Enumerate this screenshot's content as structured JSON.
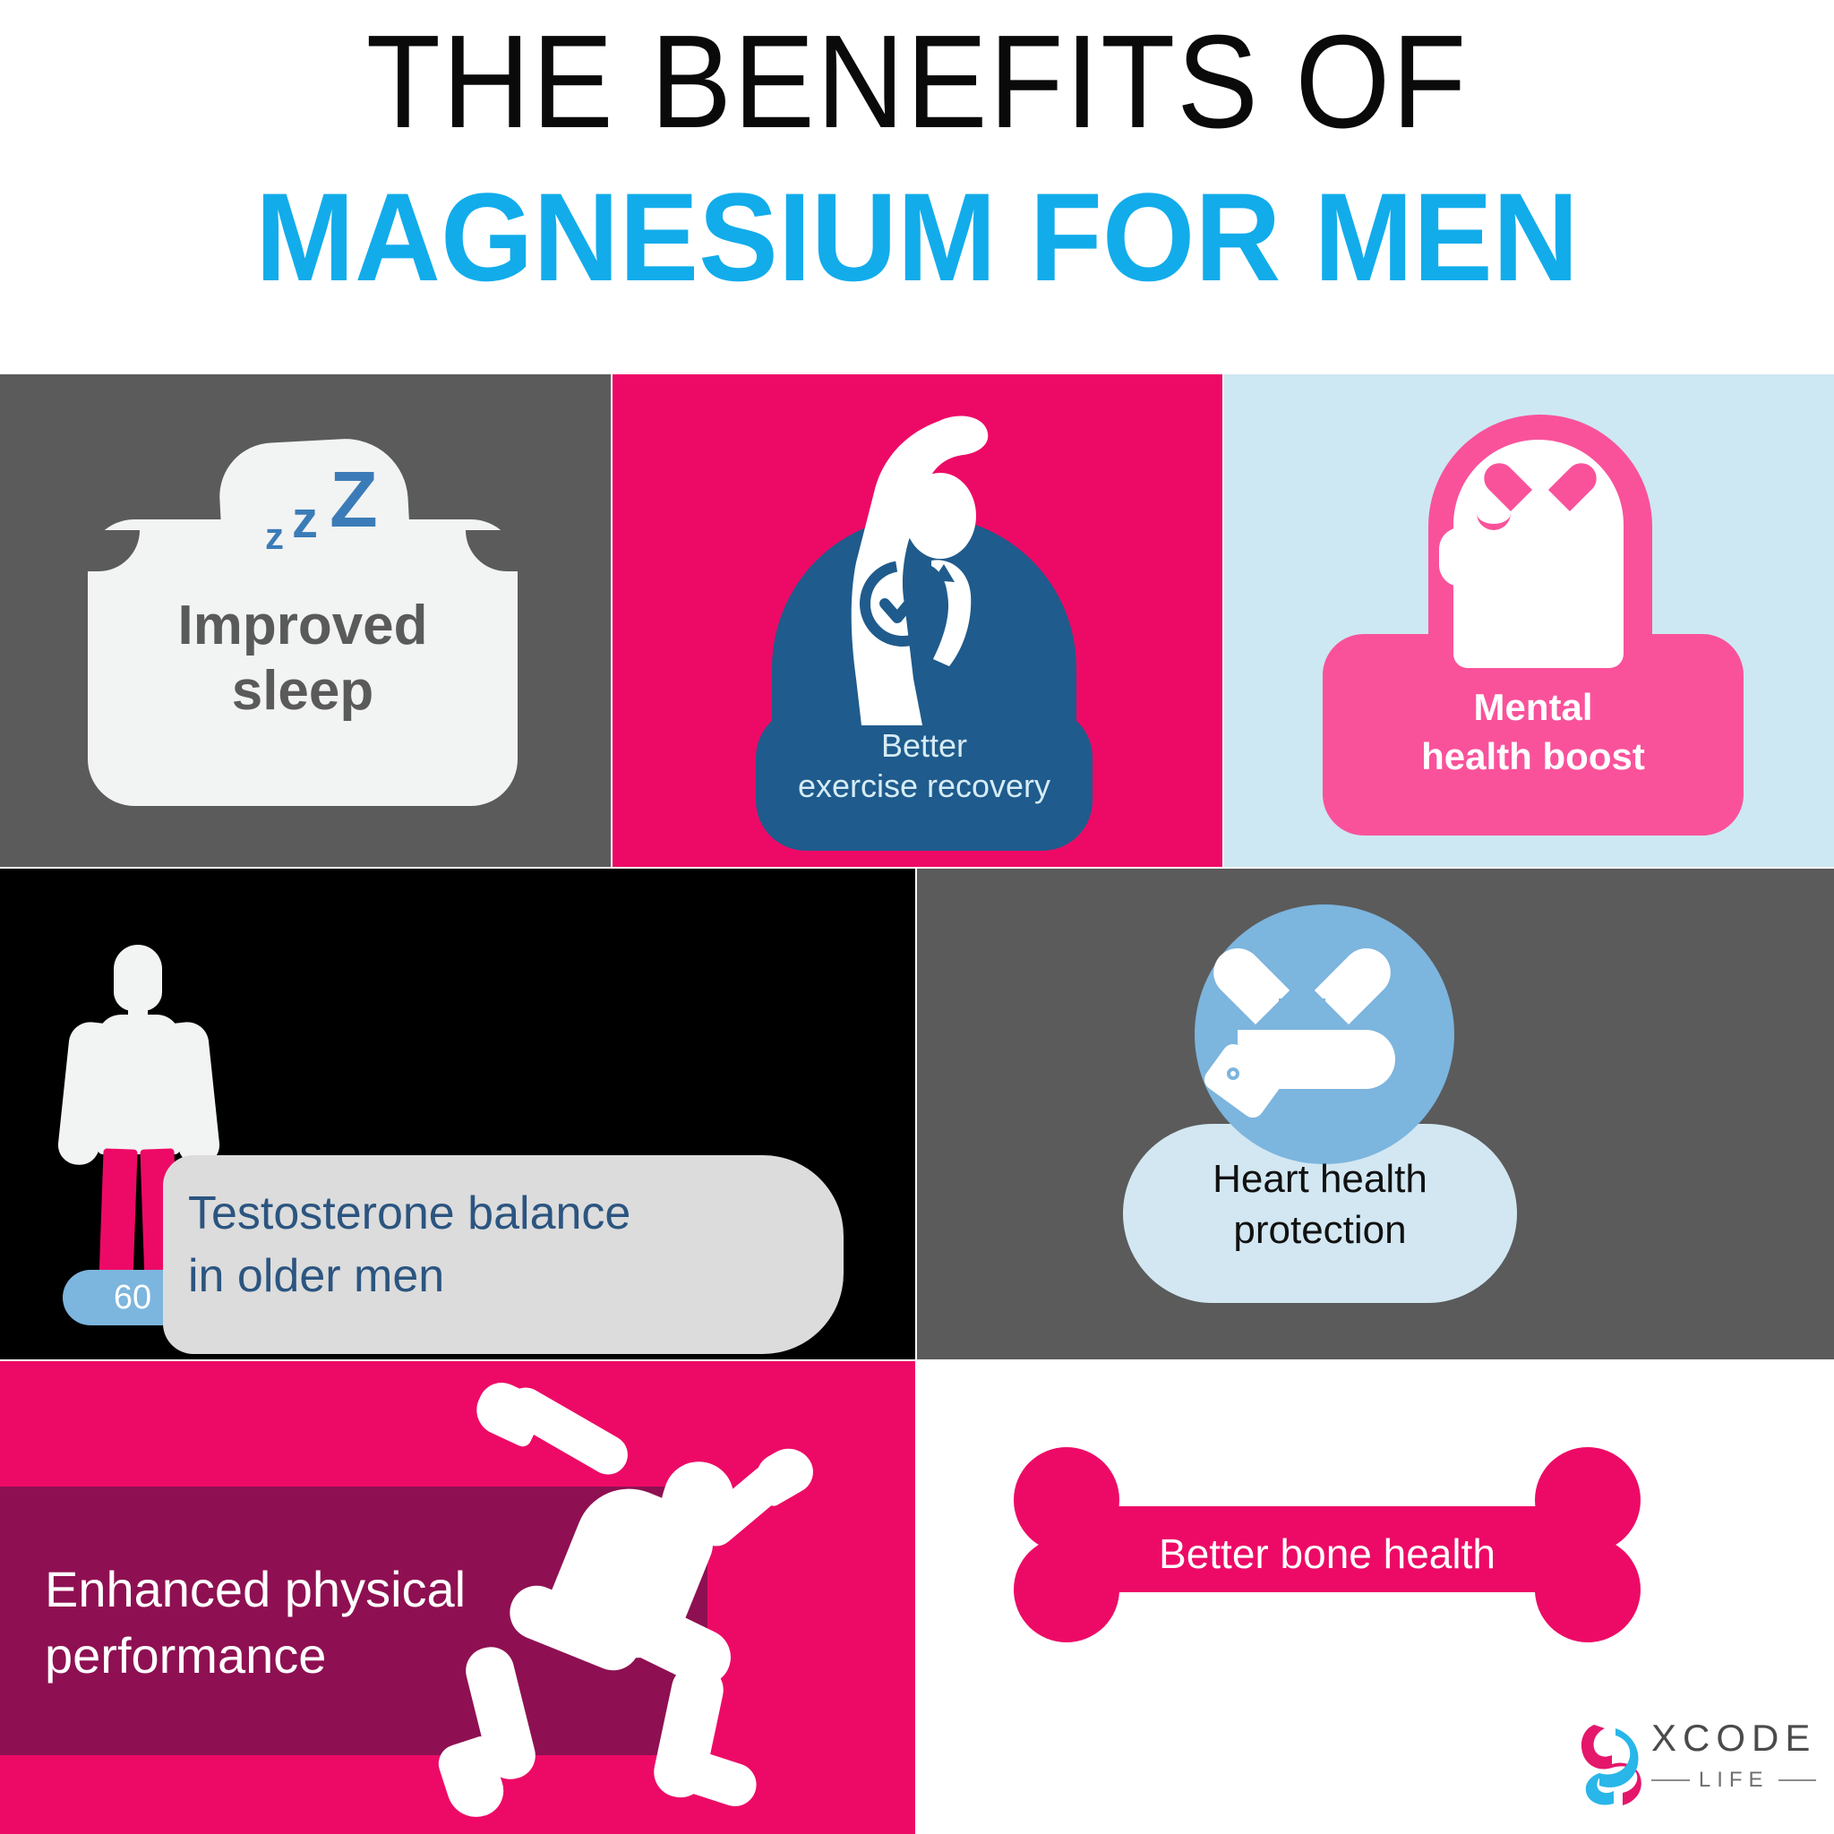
{
  "header": {
    "line1": "THE BENEFITS OF",
    "line2": "MAGNESIUM FOR MEN",
    "line1_color": "#0A0A0A",
    "line2_color": "#12ACEB"
  },
  "panels": {
    "sleep": {
      "label_line1": "Improved",
      "label_line2": "sleep",
      "sleep_marks": [
        "z",
        "z",
        "Z"
      ],
      "bg": "#5B5B5B",
      "pillow_color": "#F2F3F3",
      "text_color": "#5A5A5A",
      "z_color": "#3B7CB8"
    },
    "exercise": {
      "label_line1": "Better",
      "label_line2": "exercise recovery",
      "bg": "#ED0A66",
      "blob_color": "#1F5B8C",
      "text_color": "#D6ECF6",
      "icon": "stretching-person-icon"
    },
    "mental": {
      "label_line1": "Mental",
      "label_line2": "health boost",
      "bg": "#CDE8F2",
      "shape_color": "#F9529B",
      "text_color": "#FFFFFF",
      "icon": "head-with-heart-icon"
    },
    "testosterone": {
      "label_line1": "Testosterone balance",
      "label_line2": "in older men",
      "age_badge": "60",
      "bg": "#000000",
      "pill_color": "#DCDCDC",
      "text_color": "#2B5580",
      "badge_color": "#7CB5DE",
      "pants_color": "#ED0A66",
      "icon": "standing-man-icon"
    },
    "heart": {
      "label_line1": "Heart health",
      "label_line2": "protection",
      "bg": "#5B5B5B",
      "circle_color": "#7CB5DE",
      "pill_color": "#D2E7F2",
      "text_color": "#111111",
      "icon": "hand-holding-heart-icon"
    },
    "physical": {
      "label_line1": "Enhanced physical",
      "label_line2": "performance",
      "bg": "#ED0A66",
      "band_color": "#8E1052",
      "text_color": "#FFFFFF",
      "icon": "sprinting-runner-icon"
    },
    "bone": {
      "label": "Better bone health",
      "bg": "#FFFFFF",
      "bone_color": "#ED0A66",
      "text_color": "#FFFFFF",
      "icon": "bone-icon"
    }
  },
  "logo": {
    "word": "XCODE",
    "tagline": "LIFE",
    "mark_pink": "#E4176B",
    "mark_blue": "#29B6E8",
    "word_color": "#4B4B4B"
  }
}
